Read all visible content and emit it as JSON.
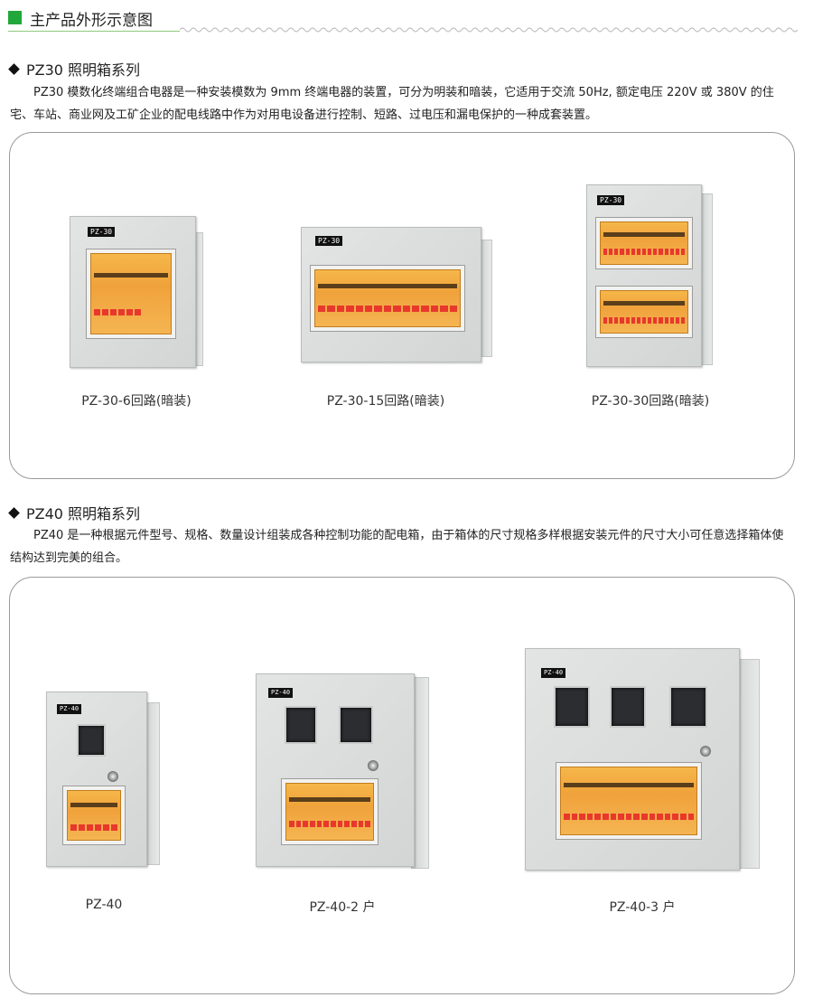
{
  "header": {
    "title": "主产品外形示意图"
  },
  "sections": [
    {
      "title": "PZ30 照明箱系列",
      "paragraph": "PZ30 模数化终端组合电器是一种安装模数为 9mm 终端电器的装置，可分为明装和暗装，它适用于交流 50Hz, 额定电压 220V 或 380V 的住宅、车站、商业网及工矿企业的配电线路中作为对用电设备进行控制、短路、过电压和漏电保护的一种成套装置。",
      "products": [
        {
          "caption": "PZ-30-6回路(暗装)",
          "tag": "PZ-30"
        },
        {
          "caption": "PZ-30-15回路(暗装)",
          "tag": "PZ-30"
        },
        {
          "caption": "PZ-30-30回路(暗装)",
          "tag": "PZ-30"
        }
      ]
    },
    {
      "title": "PZ40 照明箱系列",
      "paragraph": "PZ40 是一种根据元件型号、规格、数量设计组装成各种控制功能的配电箱，由于箱体的尺寸规格多样根据安装元件的尺寸大小可任意选择箱体使结构达到完美的组合。",
      "products": [
        {
          "caption": "PZ-40",
          "tag": "PZ-40"
        },
        {
          "caption": "PZ-40-2 户",
          "tag": "PZ-40"
        },
        {
          "caption": "PZ-40-3 户",
          "tag": "PZ-40"
        }
      ]
    }
  ],
  "colors": {
    "accent": "#22a83a",
    "orange": "#f0a23b",
    "breaker": "#e8382c"
  }
}
